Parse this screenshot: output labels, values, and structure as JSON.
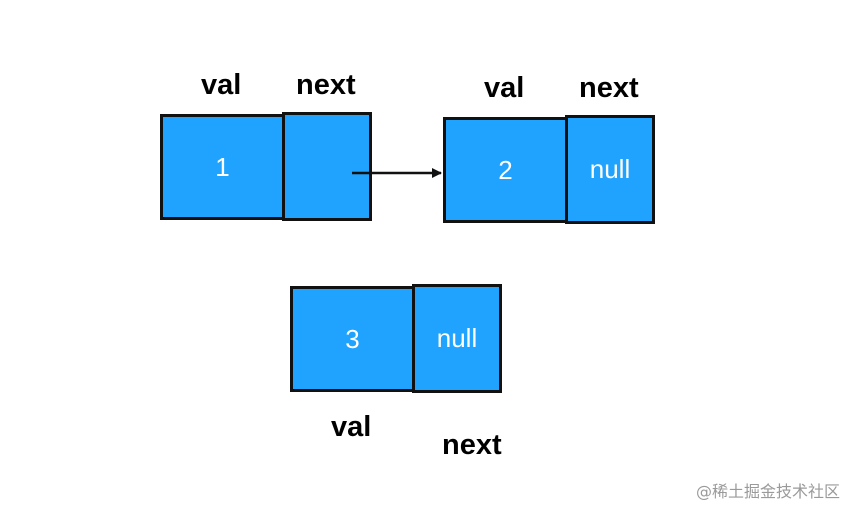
{
  "nodes": [
    {
      "val_label": "val",
      "next_label": "next",
      "val": "1",
      "next": ""
    },
    {
      "val_label": "val",
      "next_label": "next",
      "val": "2",
      "next": "null"
    },
    {
      "val_label": "val",
      "next_label": "next",
      "val": "3",
      "next": "null"
    }
  ],
  "colors": {
    "box_fill": "#1fa3ff",
    "box_border": "#111111",
    "box_text": "#ffffff",
    "label_text": "#000000",
    "arrow": "#111111"
  },
  "watermark": "@稀土掘金技术社区"
}
